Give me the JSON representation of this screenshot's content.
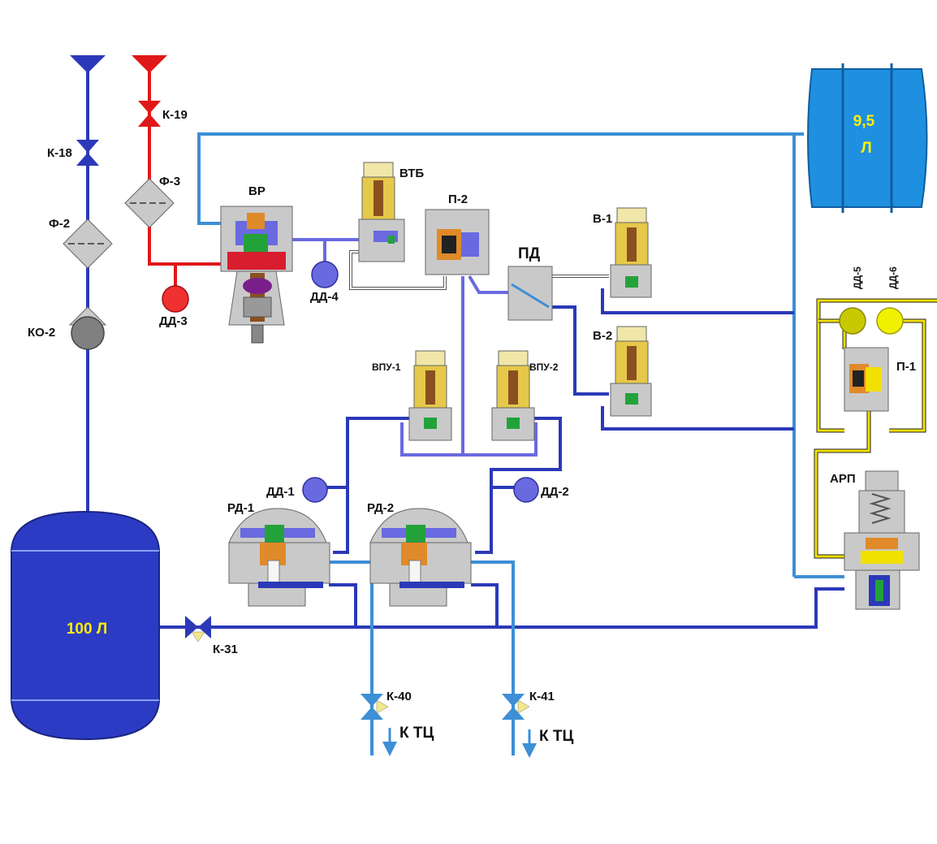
{
  "tanks": {
    "main_volume": "100 Л",
    "aux_volume_line1": "9,5",
    "aux_volume_line2": "Л"
  },
  "valves": {
    "k18": "К-18",
    "k19": "К-19",
    "k31": "К-31",
    "k40": "К-40",
    "k41": "К-41"
  },
  "filters": {
    "f2": "Ф-2",
    "f3": "Ф-3",
    "ko2": "КО-2"
  },
  "devices": {
    "vr": "ВР",
    "vtb": "ВТБ",
    "p2": "П-2",
    "pd": "ПД",
    "v1": "В-1",
    "v2": "В-2",
    "vpu1": "ВПУ-1",
    "vpu2": "ВПУ-2",
    "rd1": "РД-1",
    "rd2": "РД-2",
    "p1": "П-1",
    "arp": "АРП"
  },
  "sensors": {
    "dd1": "ДД-1",
    "dd2": "ДД-2",
    "dd3": "ДД-3",
    "dd4": "ДД-4",
    "dd5": "ДД-5",
    "dd6": "ДД-6"
  },
  "outlets": {
    "to_tc_left": "К ТЦ",
    "to_tc_right": "К ТЦ"
  },
  "colors": {
    "pipe_main": "#2b39b8",
    "pipe_light": "#3d8fd6",
    "pipe_control": "#6a6ae0",
    "pipe_hot": "#e01818",
    "pipe_yellow": "#f2e000",
    "tank_main": "#2b3bc4",
    "tank_aux": "#1f8fe0",
    "body_gray": "#c9c9c9"
  }
}
